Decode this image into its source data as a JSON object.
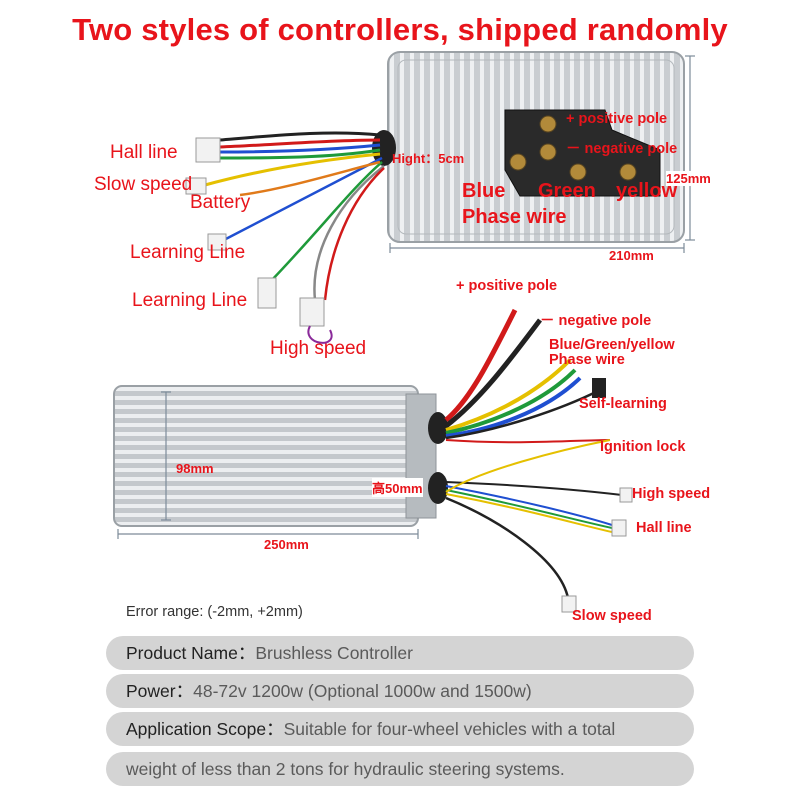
{
  "title": "Two styles of controllers, shipped randomly",
  "top_controller": {
    "labels": {
      "hall_line": "Hall line",
      "slow_speed": "Slow speed",
      "battery": "Battery",
      "learning_line_1": "Learning Line",
      "learning_line_2": "Learning Line",
      "high_speed": "High speed",
      "height": "Hight：5cm",
      "positive_pole": "+ positive pole",
      "negative_pole": "－ negative pole",
      "blue": "Blue",
      "green": "Green",
      "yellow": "yellow",
      "phase_wire": "Phase wire",
      "depth_dim": "125mm",
      "width_dim": "210mm"
    }
  },
  "bottom_controller": {
    "labels": {
      "positive_pole": "+ positive pole",
      "negative_pole": "－ negative pole",
      "phase_wire_colors": "Blue/Green/yellow",
      "phase_wire": "Phase wire",
      "self_learning": "Self-learning",
      "ignition_lock": "Ignition lock",
      "high_speed": "High speed",
      "hall_line": "Hall line",
      "slow_speed": "Slow speed",
      "height_dim": "高50mm",
      "width_dim": "98mm",
      "length_dim": "250mm"
    }
  },
  "error_range": "Error range: (-2mm, +2mm)",
  "specs": [
    {
      "label": "Product Name：",
      "value": "Brushless Controller"
    },
    {
      "label": "Power：",
      "value": "48-72v 1200w (Optional 1000w and 1500w)"
    },
    {
      "label": "Application Scope：",
      "value": "Suitable for four-wheel vehicles with a total"
    },
    {
      "label": "",
      "value": "weight of less than 2 tons for hydraulic steering systems."
    }
  ],
  "colors": {
    "accent_red": "#e8141b",
    "spec_bar": "#d4d4d4",
    "wire_red": "#d11a1a",
    "wire_yellow": "#e5c000",
    "wire_blue": "#1f4fd1",
    "wire_green": "#1f9a3a"
  }
}
